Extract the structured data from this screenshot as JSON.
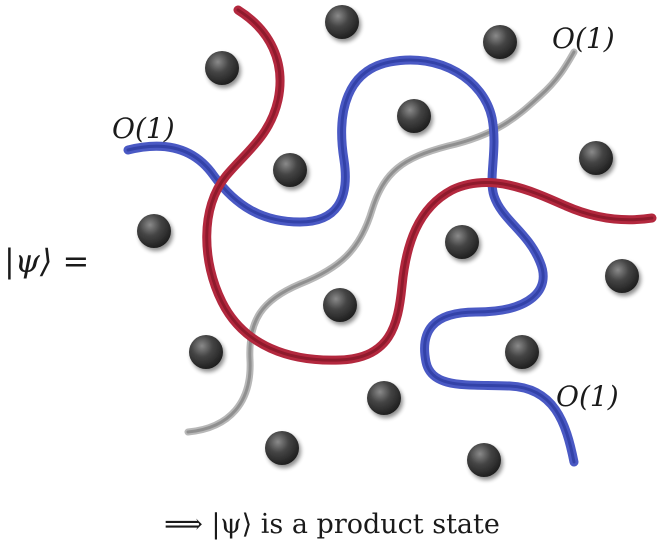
{
  "labels": {
    "lhs": "|ψ⟩ =",
    "operator_top_left": "O(1)",
    "operator_top_right": "O(1)",
    "operator_bottom_right": "O(1)",
    "caption": "⟹ |ψ⟩ is a product state"
  },
  "colors": {
    "red_string": "#a8253a",
    "blue_string": "#4050b8",
    "gray_string": "#9a9a9a",
    "sphere_dark": "#2b2b2b",
    "sphere_light": "#8a8a8a"
  }
}
